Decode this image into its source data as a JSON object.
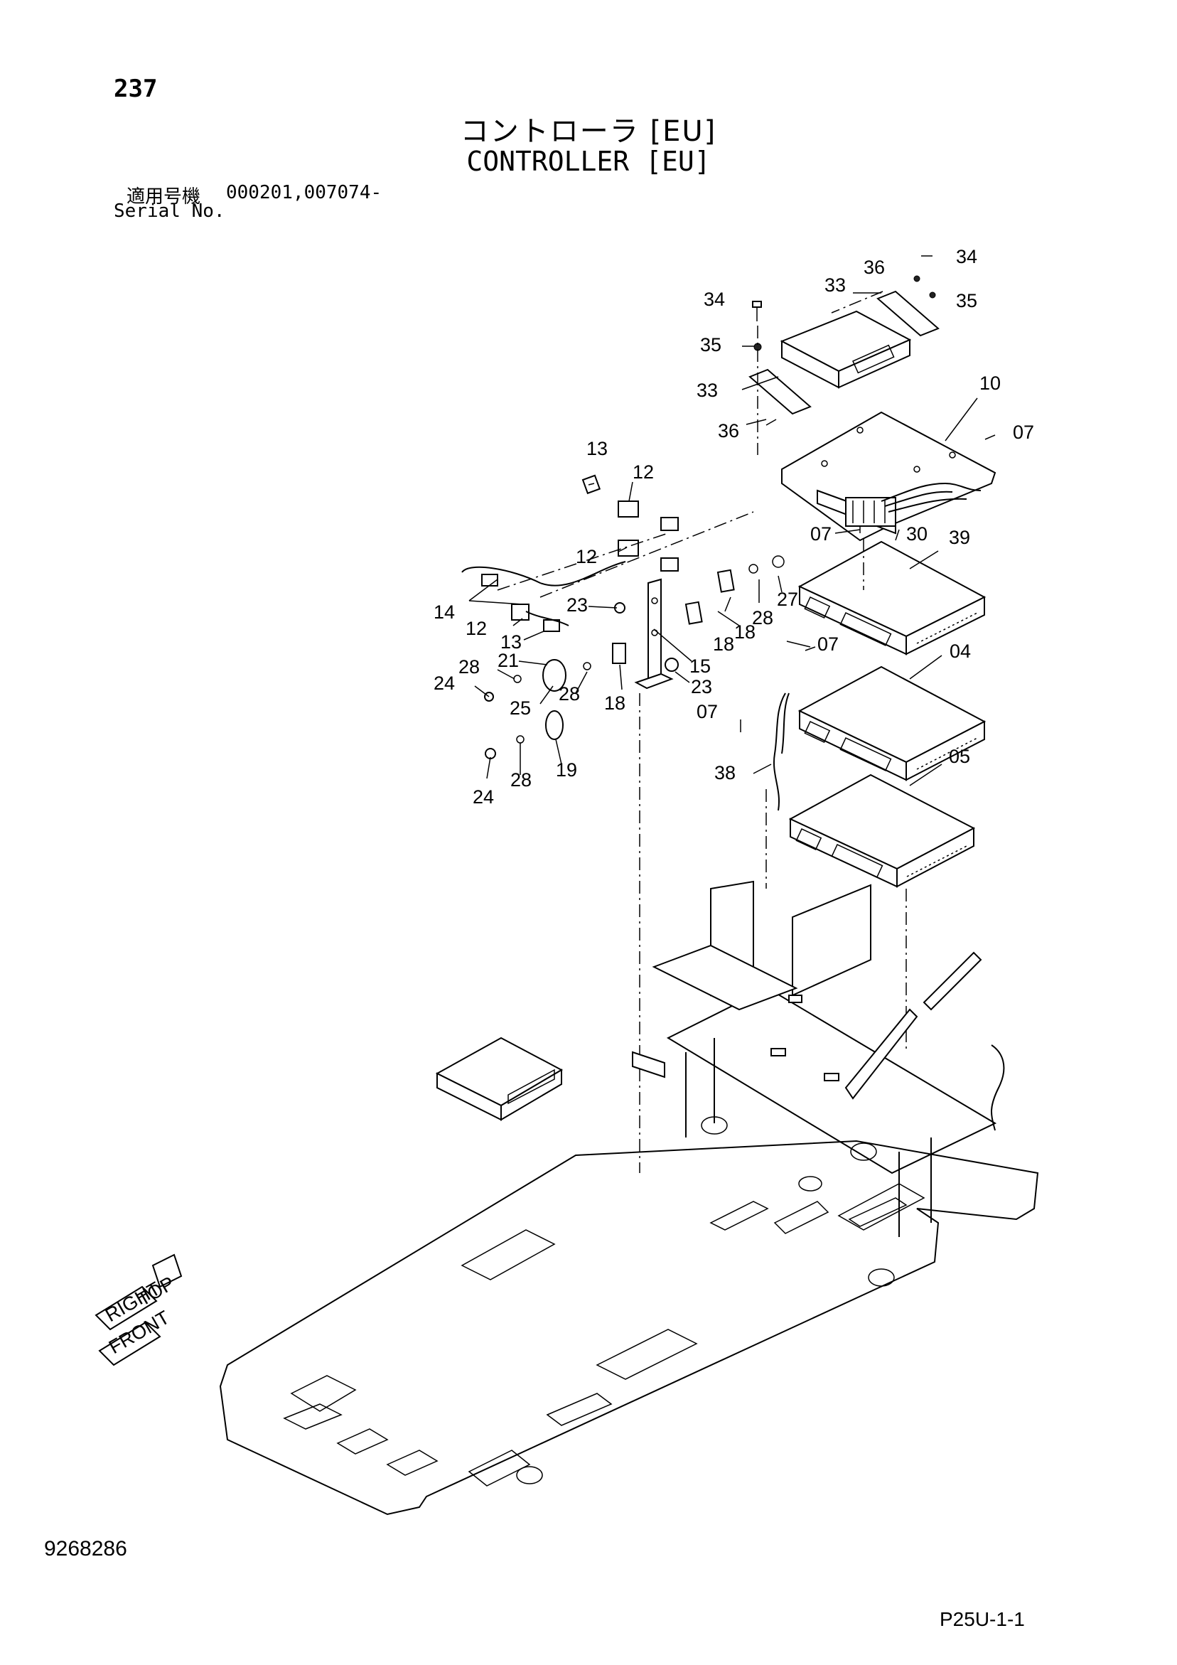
{
  "header": {
    "page_number": "237",
    "title_jp": "コントローラ [EU]",
    "title_en": "CONTROLLER [EU]",
    "serial_label_jp": "適用号機",
    "serial_value": "000201,007074-",
    "serial_label_en": "Serial No."
  },
  "footer": {
    "drawing_number": "9268286",
    "page_code": "P25U-1-1"
  },
  "callouts": {
    "c34a": "34",
    "c36a": "36",
    "c33a": "33",
    "c35a": "35",
    "c34b": "34",
    "c35b": "35",
    "c33b": "33",
    "c36b": "36",
    "c10": "10",
    "c07a": "07",
    "c07b": "07",
    "c30": "30",
    "c39": "39",
    "c13a": "13",
    "c12a": "12",
    "c12b": "12",
    "c14": "14",
    "c12c": "12",
    "c13b": "13",
    "c21": "21",
    "c23a": "23",
    "c28a": "28",
    "c27": "27",
    "c18a": "18",
    "c18b": "18",
    "c15": "15",
    "c23b": "23",
    "c07c": "07",
    "c04": "04",
    "c28b": "28",
    "c24a": "24",
    "c25": "25",
    "c28c": "28",
    "c18c": "18",
    "c07d": "07",
    "c38": "38",
    "c05": "05",
    "c19": "19",
    "c24b": "24",
    "c28d": "28"
  },
  "orientation_arrows": {
    "top": "TOP",
    "right": "RIGHT",
    "front": "FRONT"
  }
}
